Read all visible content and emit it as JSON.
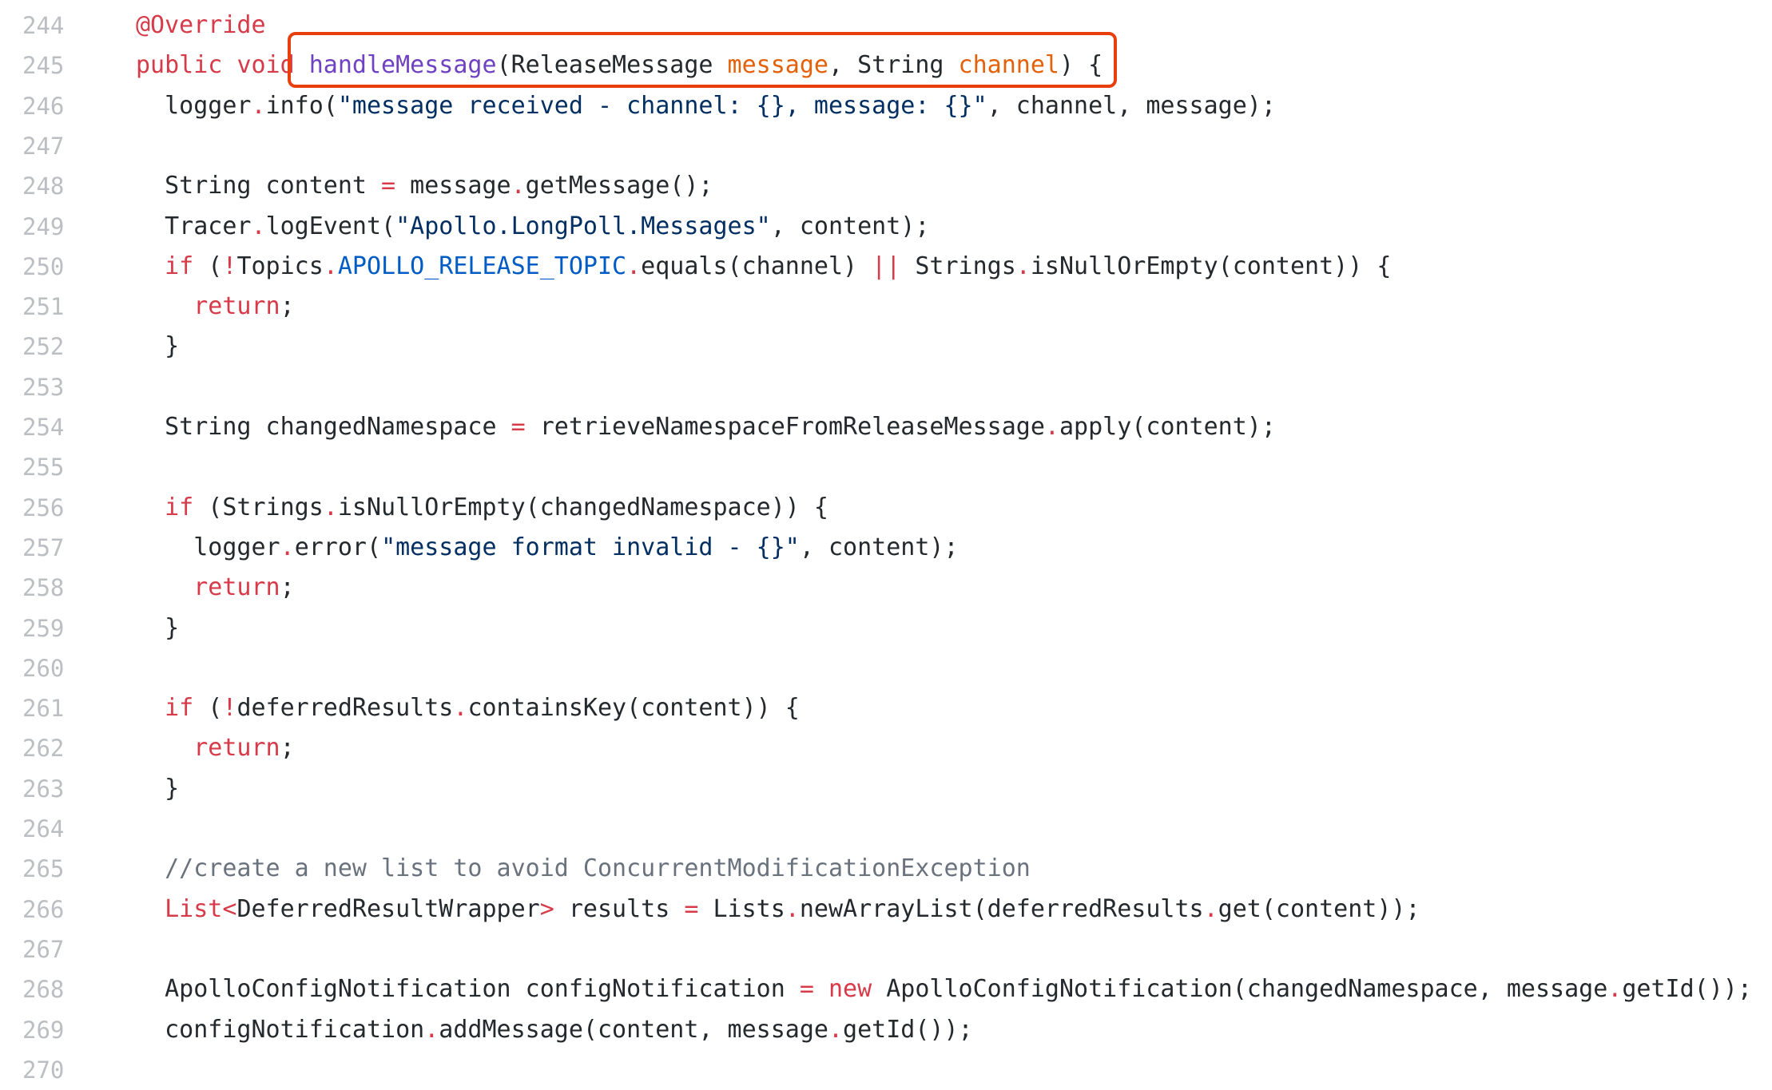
{
  "lines": [
    {
      "num": "244",
      "tokens": [
        {
          "t": "@Override",
          "c": "kw"
        }
      ]
    },
    {
      "num": "245",
      "tokens": [
        {
          "t": "public ",
          "c": "kw"
        },
        {
          "t": "void ",
          "c": "kw"
        },
        {
          "t": "handleMessage",
          "c": "fn"
        },
        {
          "t": "(ReleaseMessage ",
          "c": ""
        },
        {
          "t": "message",
          "c": "prm"
        },
        {
          "t": ", String ",
          "c": ""
        },
        {
          "t": "channel",
          "c": "prm"
        },
        {
          "t": ") {",
          "c": ""
        }
      ]
    },
    {
      "num": "246",
      "tokens": [
        {
          "t": "  logger",
          "c": ""
        },
        {
          "t": ".",
          "c": "op"
        },
        {
          "t": "info(",
          "c": ""
        },
        {
          "t": "\"message received - channel: {}, message: {}\"",
          "c": "str"
        },
        {
          "t": ", channel, message);",
          "c": ""
        }
      ]
    },
    {
      "num": "247",
      "tokens": []
    },
    {
      "num": "248",
      "tokens": [
        {
          "t": "  String content ",
          "c": ""
        },
        {
          "t": "=",
          "c": "op"
        },
        {
          "t": " message",
          "c": ""
        },
        {
          "t": ".",
          "c": "op"
        },
        {
          "t": "getMessage();",
          "c": ""
        }
      ]
    },
    {
      "num": "249",
      "tokens": [
        {
          "t": "  Tracer",
          "c": ""
        },
        {
          "t": ".",
          "c": "op"
        },
        {
          "t": "logEvent(",
          "c": ""
        },
        {
          "t": "\"Apollo.LongPoll.Messages\"",
          "c": "str"
        },
        {
          "t": ", content);",
          "c": ""
        }
      ]
    },
    {
      "num": "250",
      "tokens": [
        {
          "t": "  ",
          "c": ""
        },
        {
          "t": "if",
          "c": "kw"
        },
        {
          "t": " (",
          "c": ""
        },
        {
          "t": "!",
          "c": "op"
        },
        {
          "t": "Topics",
          "c": ""
        },
        {
          "t": ".",
          "c": "op"
        },
        {
          "t": "APOLLO_RELEASE_TOPIC",
          "c": "cst"
        },
        {
          "t": ".",
          "c": "op"
        },
        {
          "t": "equals(channel) ",
          "c": ""
        },
        {
          "t": "||",
          "c": "op"
        },
        {
          "t": " Strings",
          "c": ""
        },
        {
          "t": ".",
          "c": "op"
        },
        {
          "t": "isNullOrEmpty(content)) {",
          "c": ""
        }
      ]
    },
    {
      "num": "251",
      "tokens": [
        {
          "t": "    ",
          "c": ""
        },
        {
          "t": "return",
          "c": "kw"
        },
        {
          "t": ";",
          "c": ""
        }
      ]
    },
    {
      "num": "252",
      "tokens": [
        {
          "t": "  }",
          "c": ""
        }
      ]
    },
    {
      "num": "253",
      "tokens": []
    },
    {
      "num": "254",
      "tokens": [
        {
          "t": "  String changedNamespace ",
          "c": ""
        },
        {
          "t": "=",
          "c": "op"
        },
        {
          "t": " retrieveNamespaceFromReleaseMessage",
          "c": ""
        },
        {
          "t": ".",
          "c": "op"
        },
        {
          "t": "apply(content);",
          "c": ""
        }
      ]
    },
    {
      "num": "255",
      "tokens": []
    },
    {
      "num": "256",
      "tokens": [
        {
          "t": "  ",
          "c": ""
        },
        {
          "t": "if",
          "c": "kw"
        },
        {
          "t": " (Strings",
          "c": ""
        },
        {
          "t": ".",
          "c": "op"
        },
        {
          "t": "isNullOrEmpty(changedNamespace)) {",
          "c": ""
        }
      ]
    },
    {
      "num": "257",
      "tokens": [
        {
          "t": "    logger",
          "c": ""
        },
        {
          "t": ".",
          "c": "op"
        },
        {
          "t": "error(",
          "c": ""
        },
        {
          "t": "\"message format invalid - {}\"",
          "c": "str"
        },
        {
          "t": ", content);",
          "c": ""
        }
      ]
    },
    {
      "num": "258",
      "tokens": [
        {
          "t": "    ",
          "c": ""
        },
        {
          "t": "return",
          "c": "kw"
        },
        {
          "t": ";",
          "c": ""
        }
      ]
    },
    {
      "num": "259",
      "tokens": [
        {
          "t": "  }",
          "c": ""
        }
      ]
    },
    {
      "num": "260",
      "tokens": []
    },
    {
      "num": "261",
      "tokens": [
        {
          "t": "  ",
          "c": ""
        },
        {
          "t": "if",
          "c": "kw"
        },
        {
          "t": " (",
          "c": ""
        },
        {
          "t": "!",
          "c": "op"
        },
        {
          "t": "deferredResults",
          "c": ""
        },
        {
          "t": ".",
          "c": "op"
        },
        {
          "t": "containsKey(content)) {",
          "c": ""
        }
      ]
    },
    {
      "num": "262",
      "tokens": [
        {
          "t": "    ",
          "c": ""
        },
        {
          "t": "return",
          "c": "kw"
        },
        {
          "t": ";",
          "c": ""
        }
      ]
    },
    {
      "num": "263",
      "tokens": [
        {
          "t": "  }",
          "c": ""
        }
      ]
    },
    {
      "num": "264",
      "tokens": []
    },
    {
      "num": "265",
      "tokens": [
        {
          "t": "  //create a new list to avoid ConcurrentModificationException",
          "c": "cmt"
        }
      ]
    },
    {
      "num": "266",
      "tokens": [
        {
          "t": "  ",
          "c": ""
        },
        {
          "t": "List<",
          "c": "kw"
        },
        {
          "t": "DeferredResultWrapper",
          "c": ""
        },
        {
          "t": ">",
          "c": "kw"
        },
        {
          "t": " results ",
          "c": ""
        },
        {
          "t": "=",
          "c": "op"
        },
        {
          "t": " Lists",
          "c": ""
        },
        {
          "t": ".",
          "c": "op"
        },
        {
          "t": "newArrayList(deferredResults",
          "c": ""
        },
        {
          "t": ".",
          "c": "op"
        },
        {
          "t": "get(content));",
          "c": ""
        }
      ]
    },
    {
      "num": "267",
      "tokens": []
    },
    {
      "num": "268",
      "tokens": [
        {
          "t": "  ApolloConfigNotification configNotification ",
          "c": ""
        },
        {
          "t": "=",
          "c": "op"
        },
        {
          "t": " ",
          "c": ""
        },
        {
          "t": "new",
          "c": "kw"
        },
        {
          "t": " ApolloConfigNotification(changedNamespace, message",
          "c": ""
        },
        {
          "t": ".",
          "c": "op"
        },
        {
          "t": "getId());",
          "c": ""
        }
      ]
    },
    {
      "num": "269",
      "tokens": [
        {
          "t": "  configNotification",
          "c": ""
        },
        {
          "t": ".",
          "c": "op"
        },
        {
          "t": "addMessage(content, message",
          "c": ""
        },
        {
          "t": ".",
          "c": "op"
        },
        {
          "t": "getId());",
          "c": ""
        }
      ]
    },
    {
      "num": "270",
      "tokens": []
    }
  ],
  "highlight": {
    "color": "#e8400c"
  }
}
